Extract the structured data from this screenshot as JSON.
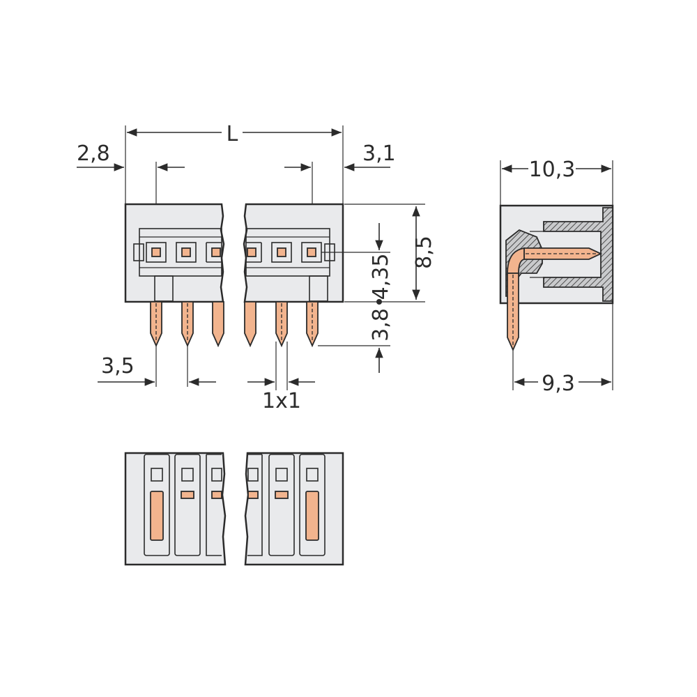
{
  "dimensions": {
    "length": "L",
    "left_offset": "2,8",
    "right_offset": "3,1",
    "height": "8,5",
    "pin_center_height": "4,35",
    "pin_length": "3,8",
    "pitch": "3,5",
    "pin_section": "1x1",
    "side_depth": "10,3",
    "side_pin_depth": "9,3"
  },
  "colors": {
    "housing": "#e9eaec",
    "pin": "#f2b48e",
    "outline": "#2b2b2b"
  }
}
